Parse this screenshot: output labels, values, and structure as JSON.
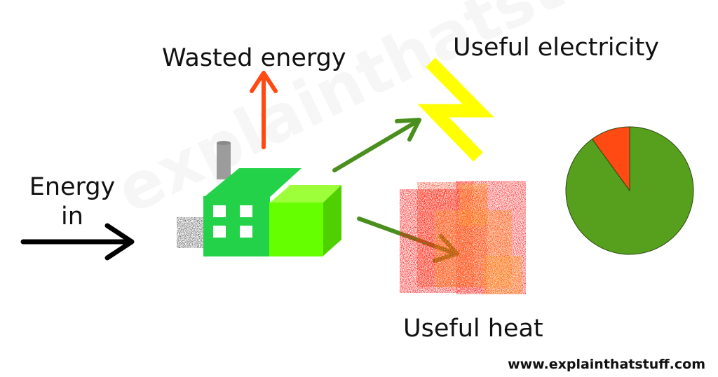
{
  "labels": {
    "energy_in_line1": "Energy",
    "energy_in_line2": "in",
    "wasted_energy": "Wasted energy",
    "useful_electricity": "Useful electricity",
    "useful_heat": "Useful heat"
  },
  "source_url": "www.explainthatstuff.com",
  "watermark": "explainthatstuff.com",
  "colors": {
    "input_arrow": "#000000",
    "wasted_arrow": "#ff4a14",
    "useful_arrows": "#4a8f1e",
    "factory_front": "#24d24a",
    "factory_side": "#66ff00",
    "lightning": "#ffff00",
    "heat": "#ff6a1a",
    "pie_useful": "#56a01e",
    "pie_wasted": "#ff4a14"
  },
  "efficiency_pie": {
    "useful_fraction": 0.9,
    "wasted_fraction": 0.1
  },
  "icons": [
    "factory-icon",
    "lightning-bolt-icon",
    "heat-blob-icon",
    "efficiency-pie-icon"
  ]
}
